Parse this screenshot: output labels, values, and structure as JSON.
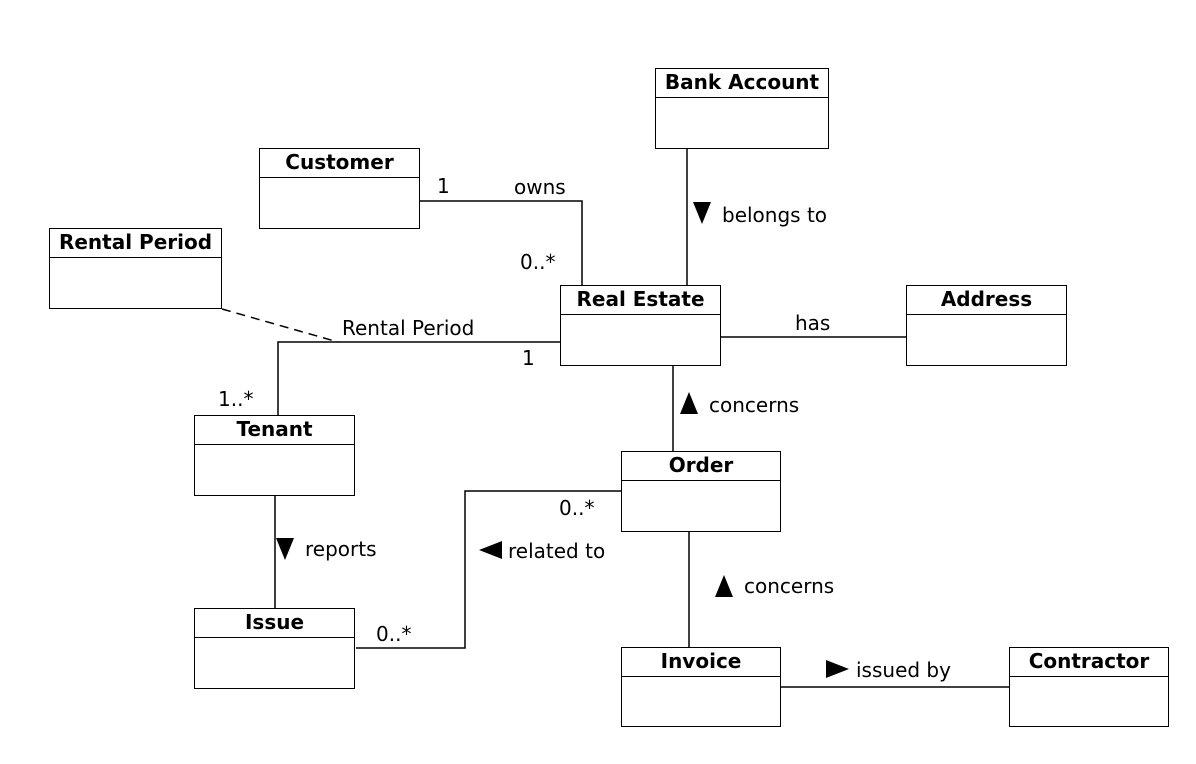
{
  "classes": {
    "bank_account": "Bank Account",
    "customer": "Customer",
    "rental_period": "Rental Period",
    "real_estate": "Real Estate",
    "address": "Address",
    "tenant": "Tenant",
    "order": "Order",
    "issue": "Issue",
    "invoice": "Invoice",
    "contractor": "Contractor"
  },
  "associations": {
    "owns": {
      "label": "owns",
      "mult_customer": "1",
      "mult_real_estate": "0..*"
    },
    "belongs_to": {
      "label": "belongs to",
      "direction": "down"
    },
    "has": {
      "label": "has"
    },
    "rental": {
      "label": "Rental Period",
      "mult_tenant": "1..*",
      "mult_real_estate": "1"
    },
    "concerns_order": {
      "label": "concerns",
      "direction": "up"
    },
    "reports": {
      "label": "reports",
      "direction": "down"
    },
    "related_to": {
      "label": "related to",
      "direction": "left",
      "mult_order": "0..*",
      "mult_issue": "0..*"
    },
    "concerns_invoice": {
      "label": "concerns",
      "direction": "up"
    },
    "issued_by": {
      "label": "issued by",
      "direction": "right"
    }
  },
  "colors": {
    "line": "#000000",
    "background": "#ffffff"
  }
}
